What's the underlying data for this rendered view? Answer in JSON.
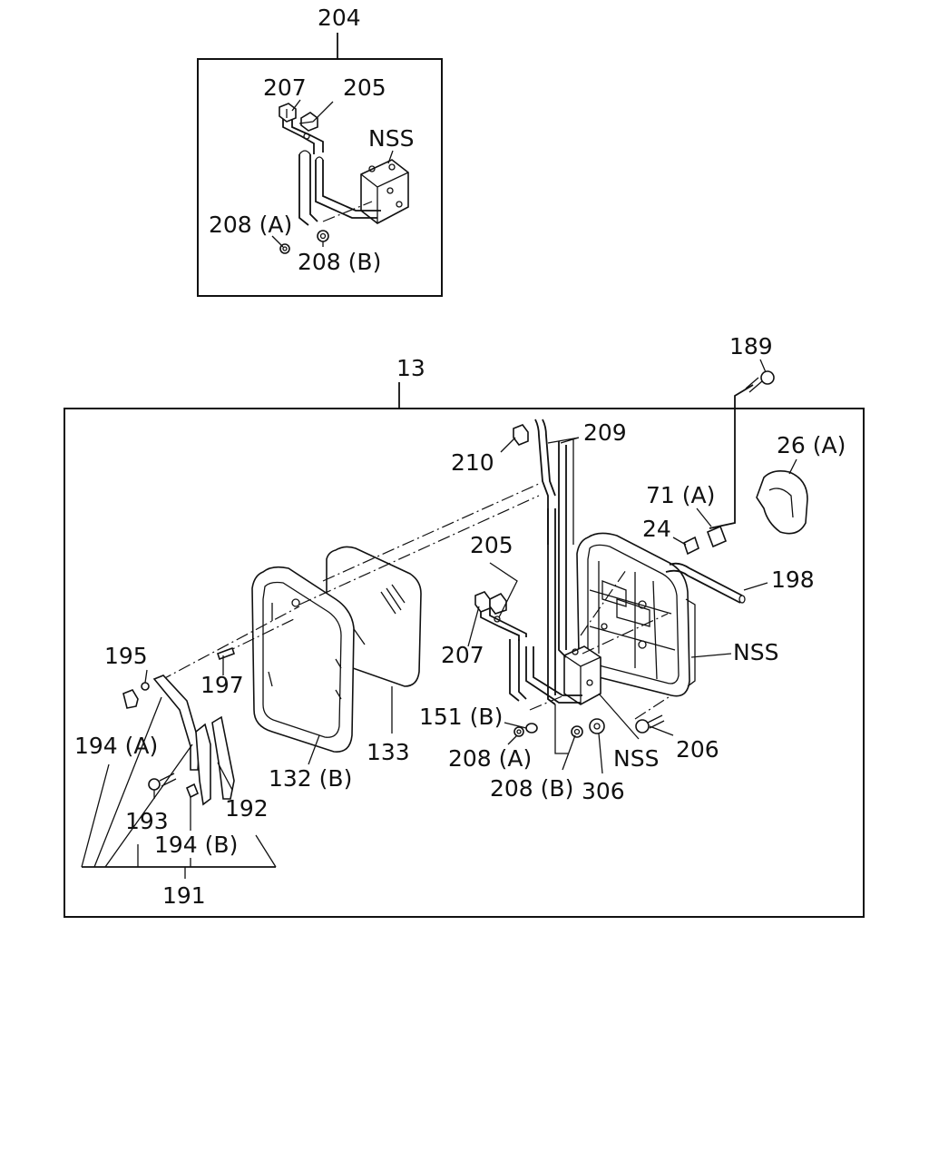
{
  "diagram": {
    "inset_box": {
      "callout": "204",
      "labels": {
        "l207": "207",
        "l205": "205",
        "lNSS": "NSS",
        "l208A": "208 (A)",
        "l208B": "208 (B)"
      }
    },
    "main_box": {
      "callout": "13",
      "labels": {
        "l189": "189",
        "l209": "209",
        "l210": "210",
        "l26A": "26 (A)",
        "l71A": "71 (A)",
        "l24": "24",
        "l198": "198",
        "l205": "205",
        "l207": "207",
        "lNSS1": "NSS",
        "l195": "195",
        "l197": "197",
        "l194A": "194 (A)",
        "l151B": "151 (B)",
        "l208A": "208 (A)",
        "l208B": "208 (B)",
        "l306": "306",
        "lNSS2": "NSS",
        "l206": "206",
        "l133": "133",
        "l132B": "132 (B)",
        "l193": "193",
        "l192": "192",
        "l194B": "194 (B)",
        "l191": "191"
      }
    }
  }
}
